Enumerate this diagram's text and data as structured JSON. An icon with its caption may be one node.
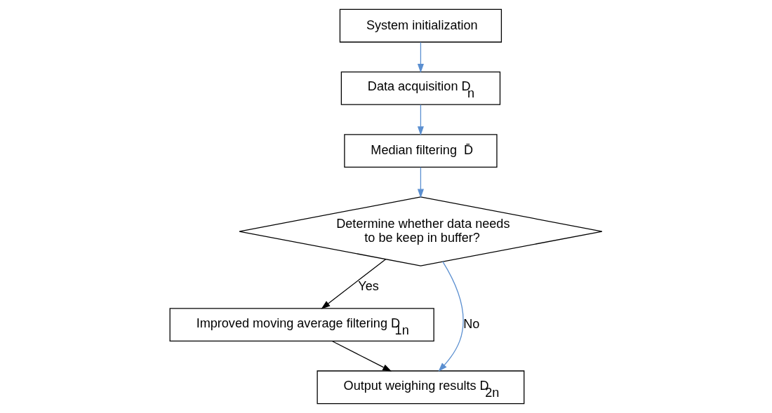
{
  "diagram": {
    "nodes": [
      {
        "text": [
          "System initialization"
        ]
      },
      {
        "text": [
          "Data acquisition D$_{n}$"
        ]
      },
      {
        "text": [
          "Median filtering  D̄"
        ]
      },
      {
        "text": [
          "Determine whether data needs to be keep in buffer?"
        ]
      },
      {
        "text": [
          "Improved moving average filtering D$_{1n}$"
        ]
      },
      {
        "text": [
          "Output weighing results D$_{2n}$"
        ]
      }
    ],
    "edges": [
      {
        "from": 0,
        "to": 1,
        "arrow": "to"
      },
      {
        "from": 1,
        "to": 2,
        "arrow": "to"
      },
      {
        "from": 2,
        "to": 3,
        "arrow": "to"
      },
      {
        "from": 3,
        "to": 4,
        "arrow": "to",
        "label": "Yes",
        "color": "#000000"
      },
      {
        "from": 3,
        "to": 5,
        "arrow": "to",
        "label": "No"
      },
      {
        "from": 4,
        "to": 5,
        "arrow": "to",
        "color": "#000000"
      }
    ]
  }
}
